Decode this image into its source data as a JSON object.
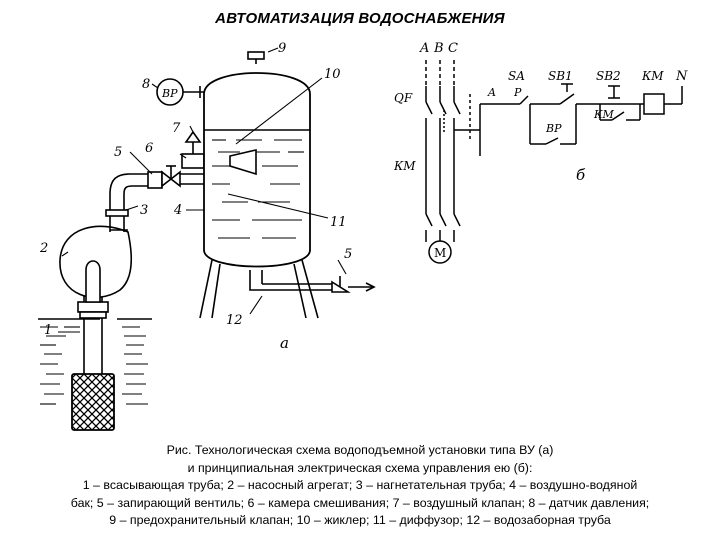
{
  "title": "АВТОМАТИЗАЦИЯ ВОДОСНАБЖЕНИЯ",
  "diagram": {
    "labels_a": {
      "l1": "1",
      "l2": "2",
      "l3": "3",
      "l4": "4",
      "l5": "5",
      "l6": "6",
      "l7": "7",
      "l8": "8",
      "l9": "9",
      "l10": "10",
      "l11": "11",
      "l12": "12",
      "l5b": "5",
      "sensor": "ВР",
      "part": "а"
    },
    "labels_b": {
      "a": "A",
      "b": "B",
      "c": "C",
      "n": "N",
      "qf": "QF",
      "sa": "SA",
      "sa_a": "A",
      "sa_p": "Р",
      "sb1": "SB1",
      "sb2": "SB2",
      "km_top": "КМ",
      "km_contact": "КМ",
      "bp": "ВР",
      "km_main": "КМ",
      "motor": "M",
      "part": "б"
    }
  },
  "caption": {
    "line1": "Рис. Технологическая схема водоподъемной установки типа ВУ (а)",
    "line2": "и принципиальная электрическая схема управления ею (б):",
    "line3": "1 – всасывающая труба; 2 – насосный агрегат; 3 – нагнетательная труба; 4 – воздушно-водяной",
    "line4": "бак; 5 – запирающий вентиль; 6 – камера смешивания; 7 – воздушный клапан; 8 – датчик давления;",
    "line5": "9 – предохранительный клапан; 10 – жиклер; 11 – диффузор; 12 – водозаборная труба"
  }
}
